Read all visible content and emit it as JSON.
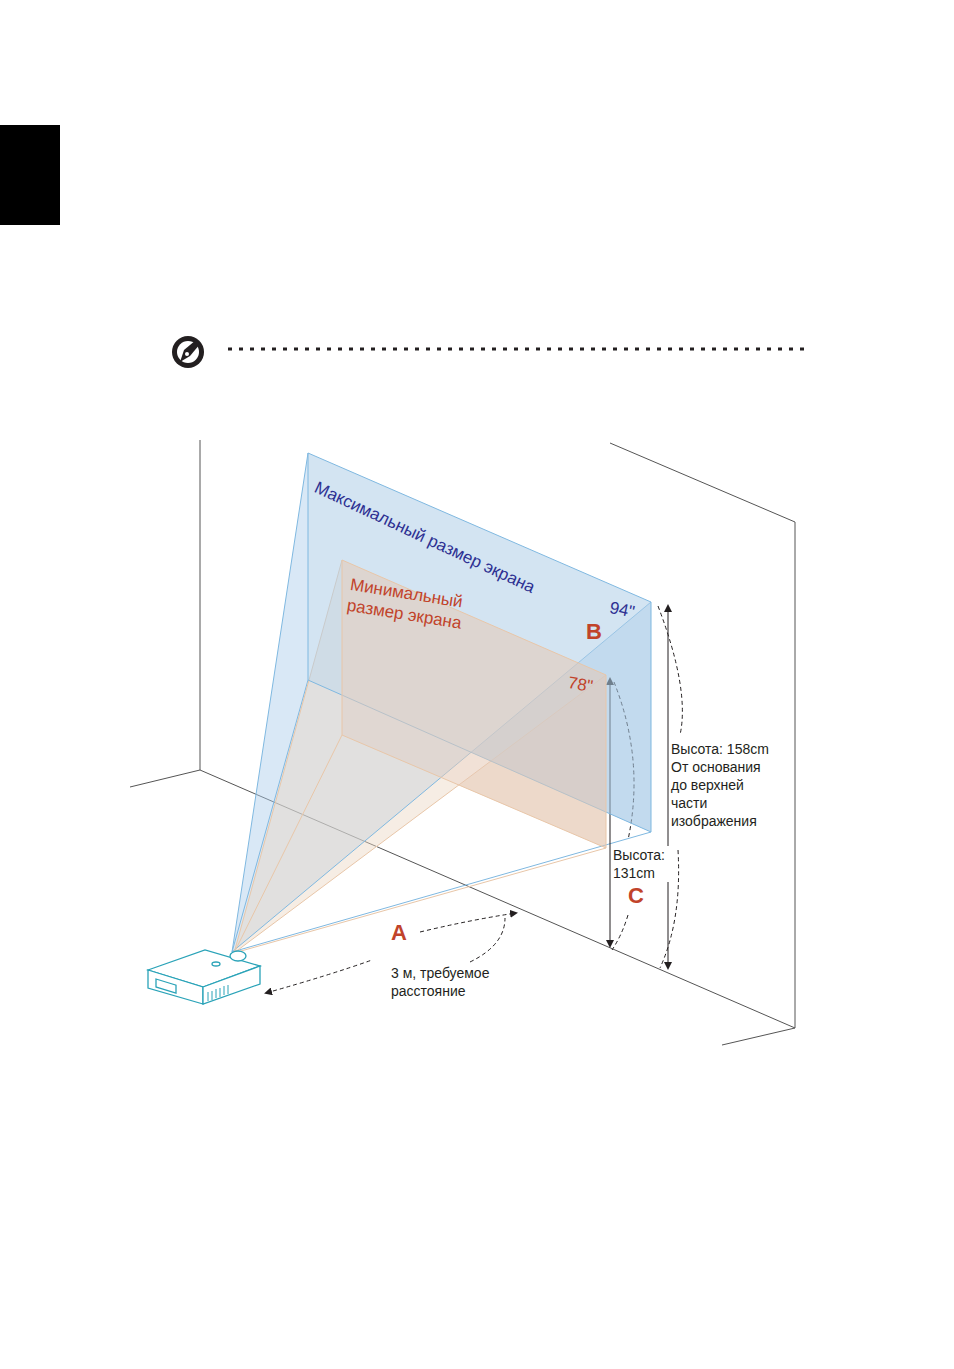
{
  "diagram": {
    "nodes": [
      {
        "text": [
          "Максимальный размер экрана",
          "94\"",
          "B"
        ]
      },
      {
        "text": [
          "Минимальный размер экрана",
          "78\""
        ],
        "in": 0
      }
    ],
    "labels": [
      "Высота: 158cm От основания до верхней части изображения",
      "Высота: 131cm",
      "C",
      "A",
      "3 м, требуемое расстояние"
    ]
  }
}
